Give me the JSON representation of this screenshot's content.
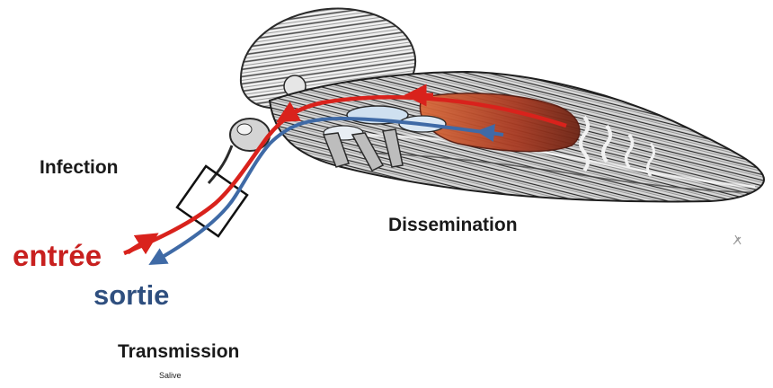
{
  "labels": {
    "infection": "Infection",
    "dissemination": "Dissemination",
    "entree": "entrée",
    "sortie": "sortie",
    "transmission": "Transmission",
    "salive": "Salive"
  },
  "colors": {
    "entree_arrow": "#d9221c",
    "sortie_arrow": "#3f6aa6",
    "muscle": "#b5472c",
    "outline": "#2a2a2a"
  },
  "icons": {
    "frame": "rotated-square-frame",
    "insect": "mosquito-cross-section"
  }
}
